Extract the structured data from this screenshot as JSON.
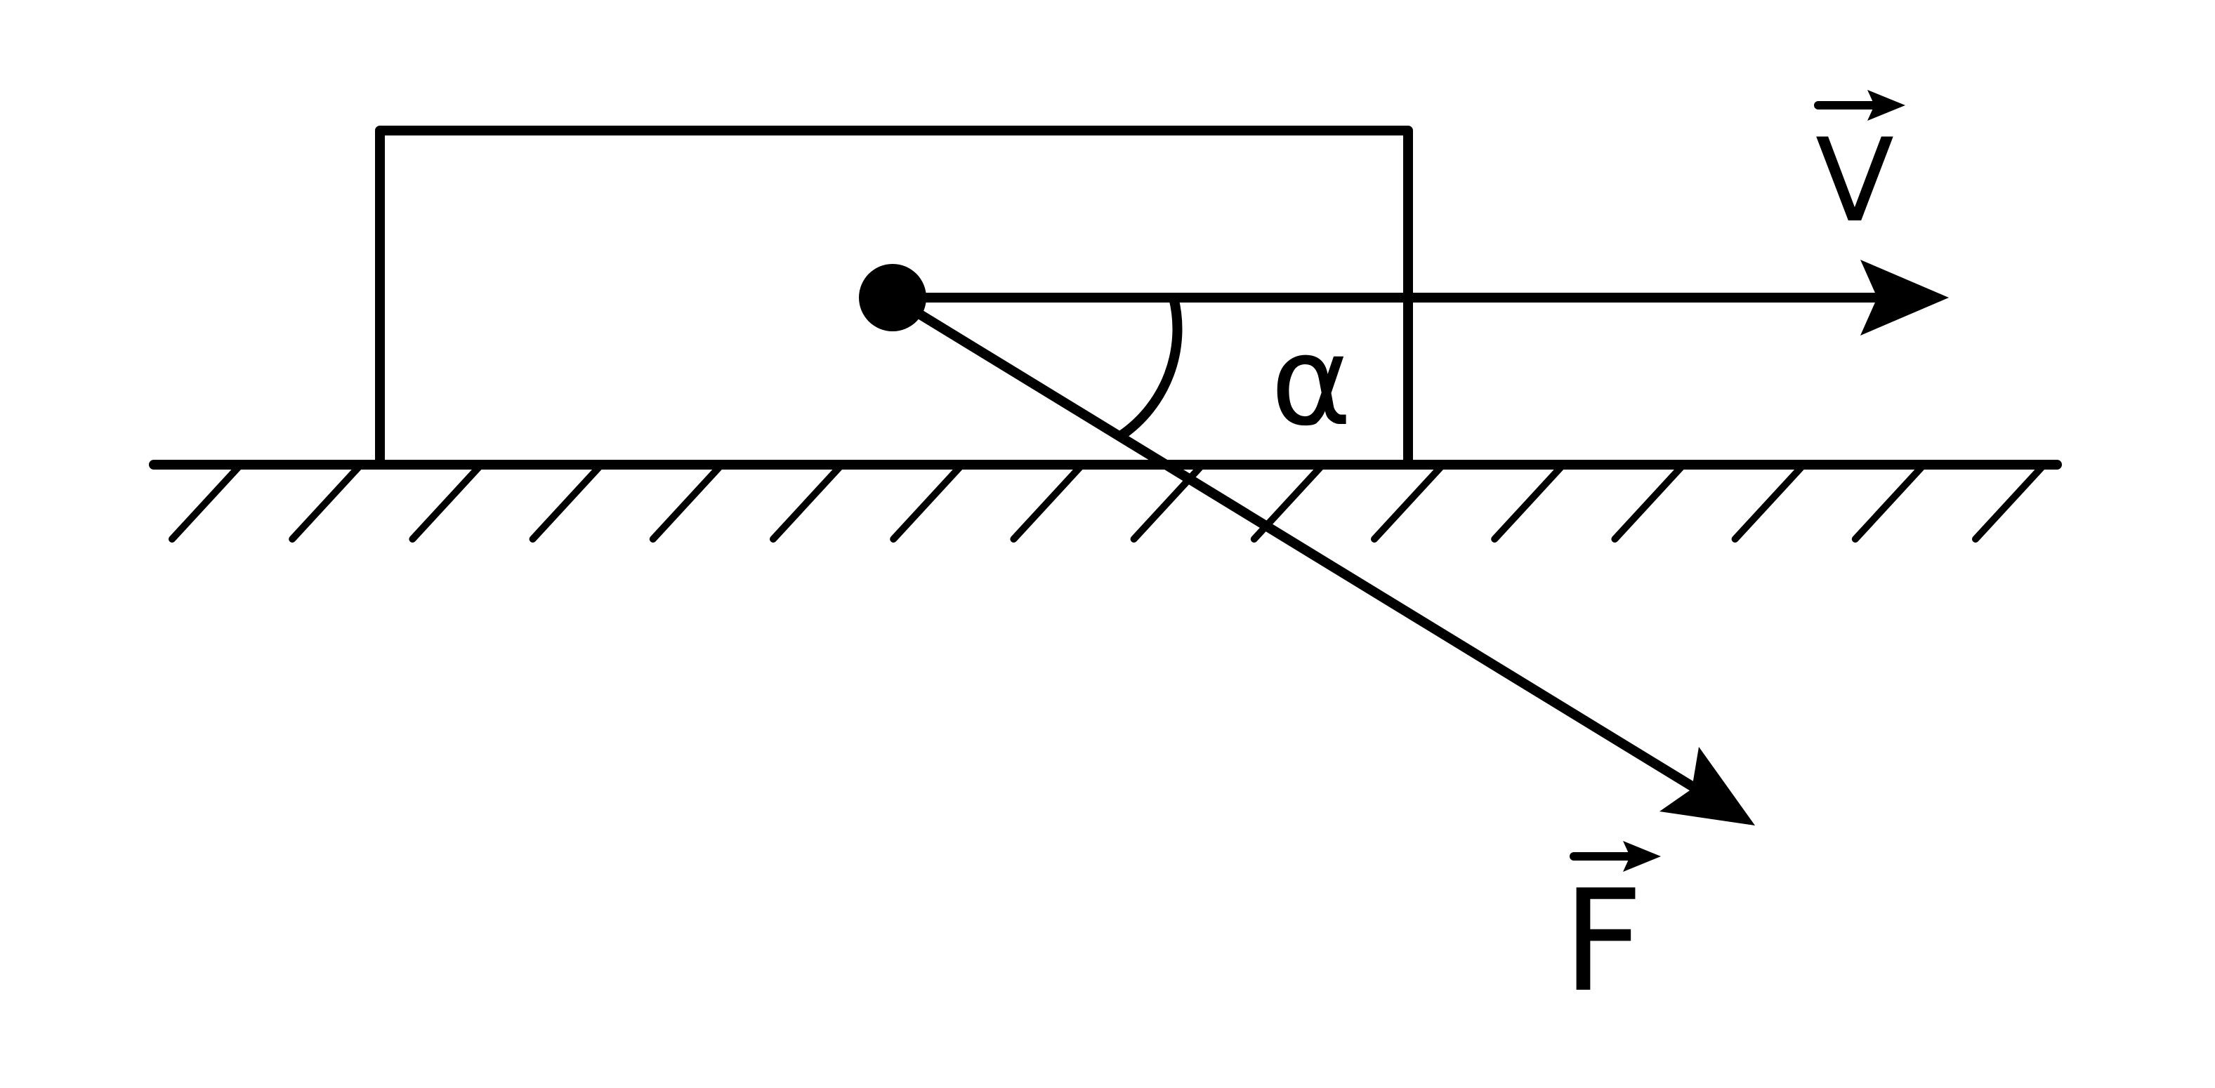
{
  "diagram": {
    "velocity_label": "V",
    "force_label": "F",
    "angle_label": "α",
    "hatch_count": 16,
    "colors": {
      "stroke": "#000000",
      "background": "#ffffff"
    }
  }
}
